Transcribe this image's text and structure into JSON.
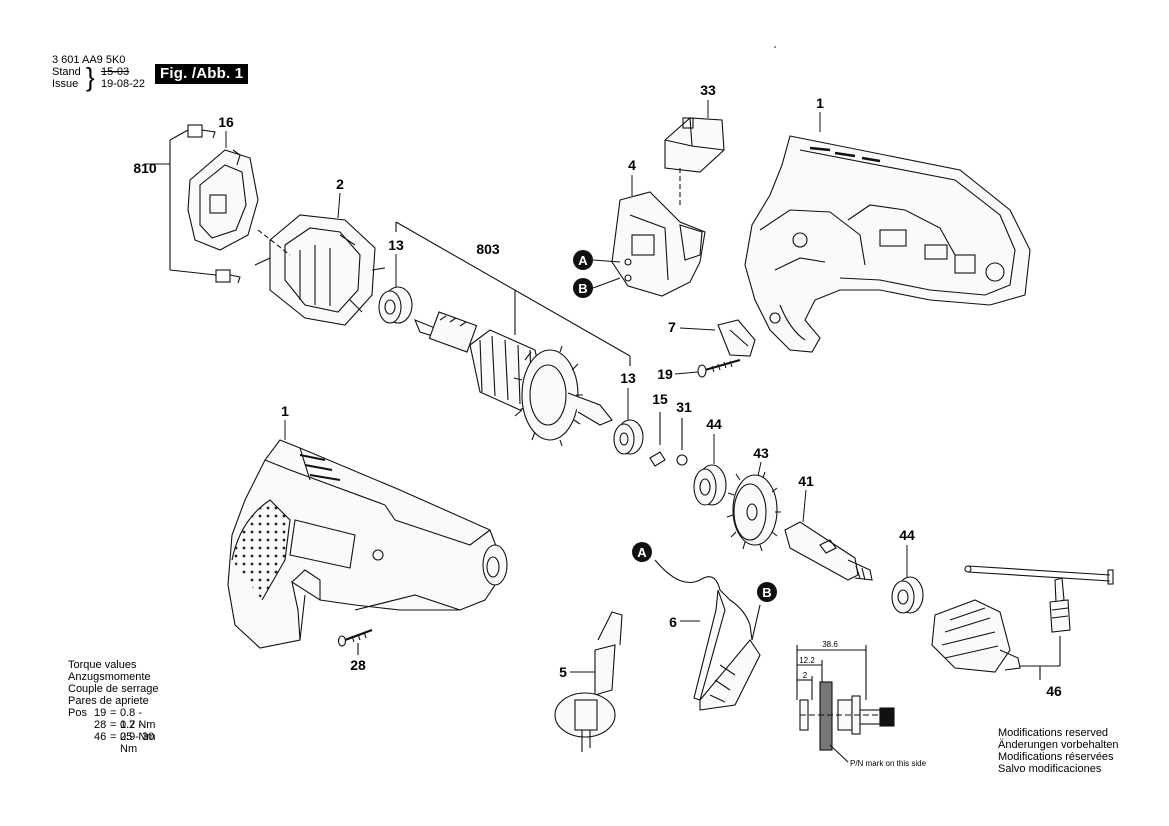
{
  "header": {
    "part_number": "3 601 AA9 5K0",
    "stand_label": "Stand",
    "issue_label": "Issue",
    "stand_date": "15-03",
    "issue_date": "19-08-22",
    "figure_label": "Fig. /Abb. 1"
  },
  "callouts": {
    "c1a": "1",
    "c1b": "1",
    "c2": "2",
    "c4": "4",
    "c5": "5",
    "c6": "6",
    "c7": "7",
    "c13a": "13",
    "c13b": "13",
    "c15": "15",
    "c16": "16",
    "c19": "19",
    "c28": "28",
    "c31": "31",
    "c33": "33",
    "c41": "41",
    "c43": "43",
    "c44a": "44",
    "c44b": "44",
    "c46": "46",
    "c803": "803",
    "c810": "810",
    "markerA1": "A",
    "markerB1": "B",
    "markerA2": "A",
    "markerB2": "B"
  },
  "detail": {
    "dim_total": "38.6",
    "dim_mid": "12.2",
    "dim_small": "2",
    "pn_note": "P/N mark on this side"
  },
  "torque": {
    "lines": [
      "Torque values",
      "Anzugsmomente",
      "Couple de serrage",
      "Pares de apriete"
    ],
    "pos_label": "Pos",
    "rows": [
      {
        "pos": "19",
        "eq": "=",
        "value": "0.8 - 1.2 Nm"
      },
      {
        "pos": "28",
        "eq": "=",
        "value": "0.7 - 0.9 Nm"
      },
      {
        "pos": "46",
        "eq": "=",
        "value": "25 - 30 Nm"
      }
    ]
  },
  "modifications": [
    "Modifications reserved",
    "Änderungen vorbehalten",
    "Modifications réservées",
    "Salvo modificaciones"
  ]
}
